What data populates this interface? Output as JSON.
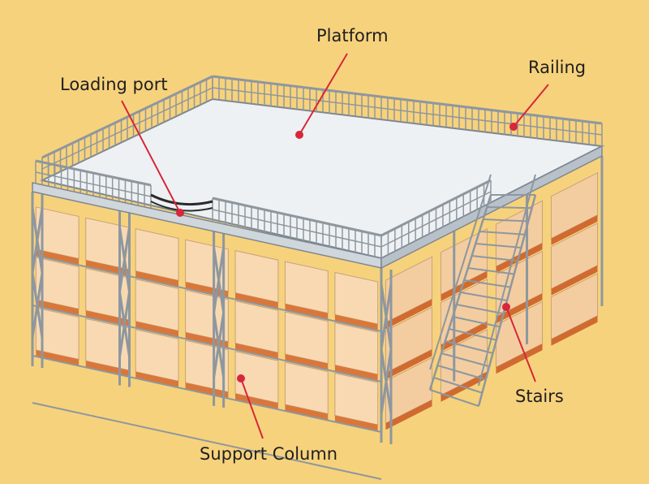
{
  "labels": {
    "platform": "Platform",
    "railing": "Railing",
    "loading_port": "Loading port",
    "stairs": "Stairs",
    "support_column": "Support Column"
  },
  "colors": {
    "background": "#f7d27c",
    "leader_line": "#d8263a",
    "platform_deck": "#eef1f3",
    "steel_frame": "#9aa3ac",
    "box": "#f8d9b2",
    "box_base": "#d9773a"
  }
}
